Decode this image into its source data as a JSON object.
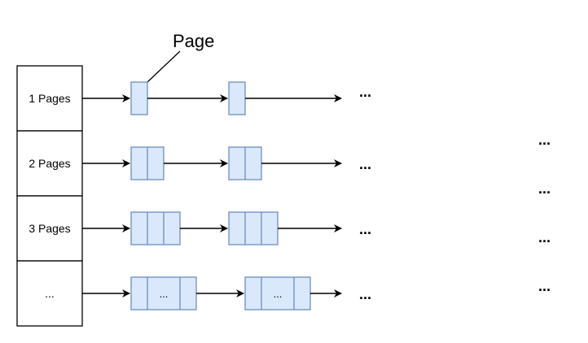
{
  "callout": {
    "label": "Page"
  },
  "rows": [
    {
      "label": "1 Pages",
      "trailing": "..."
    },
    {
      "label": "2 Pages",
      "trailing": "..."
    },
    {
      "label": "3 Pages",
      "trailing": "..."
    },
    {
      "label": "...",
      "trailing": "...",
      "block_inner_label": "..."
    }
  ],
  "right_dots": [
    "...",
    "...",
    "...",
    "..."
  ],
  "colors": {
    "block_fill": "#dae8fc",
    "block_stroke": "#6c8ebf",
    "line": "#000000"
  }
}
